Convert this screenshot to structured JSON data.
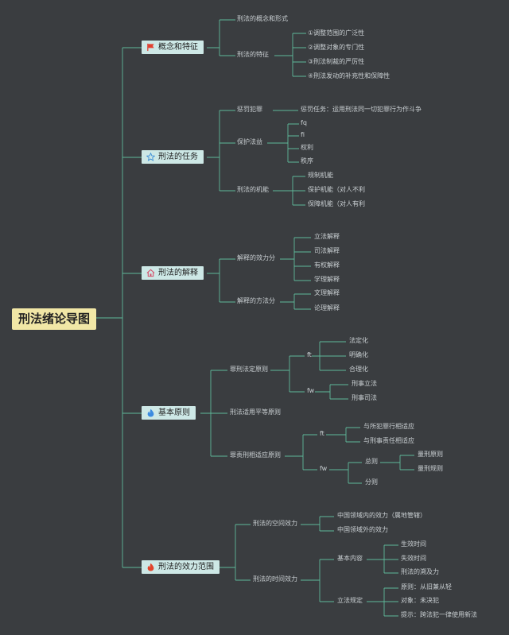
{
  "root": {
    "label": "刑法绪论导图"
  },
  "topics": [
    {
      "label": "概念和特征",
      "icon": "red-flag-icon",
      "children": [
        {
          "label": "刑法的概念和形式"
        },
        {
          "label": "刑法的特征",
          "children": [
            "①调整范围的广泛性",
            "②调整对象的专门性",
            "③刑法制裁的严厉性",
            "④刑法发动的补充性和保障性"
          ]
        }
      ]
    },
    {
      "label": "刑法的任务",
      "icon": "star-icon",
      "children": [
        {
          "label": "惩罚犯罪",
          "note": "惩罚任务：运用刑法同一切犯罪行为作斗争"
        },
        {
          "label": "保护法益",
          "children": [
            "fq",
            "fi",
            "权利",
            "秩序"
          ]
        },
        {
          "label": "刑法的机能",
          "children": [
            "规制机能",
            "保护机能（对人不利",
            "保障机能（对人有利"
          ]
        }
      ]
    },
    {
      "label": "刑法的解释",
      "icon": "home-icon",
      "children": [
        {
          "label": "解释的效力分",
          "children": [
            "立法解释",
            "司法解释",
            "有权解释",
            "学理解释"
          ]
        },
        {
          "label": "解释的方法分",
          "children": [
            "文理解释",
            "论理解释"
          ]
        }
      ]
    },
    {
      "label": "基本原则",
      "icon": "blue-flame-icon",
      "children": [
        {
          "label": "罪刑法定原则",
          "children": [
            {
              "label": "ft",
              "children": [
                "法定化",
                "明确化",
                "合理化"
              ]
            },
            {
              "label": "fw",
              "children": [
                "刑事立法",
                "刑事司法"
              ]
            }
          ]
        },
        {
          "label": "刑法适用平等原则"
        },
        {
          "label": "罪责刑相适应原则",
          "children": [
            {
              "label": "ft",
              "children": [
                "与所犯罪行相适应",
                "与刑事责任相适应"
              ]
            },
            {
              "label": "fw",
              "children": [
                {
                  "label": "总则",
                  "children": [
                    "量刑原则",
                    "量刑规则"
                  ]
                },
                {
                  "label": "分则"
                }
              ]
            }
          ]
        }
      ]
    },
    {
      "label": "刑法的效力范围",
      "icon": "red-flame-icon",
      "children": [
        {
          "label": "刑法的空间效力",
          "children": [
            "中国领域内的效力（属地管辖）",
            "中国领域外的效力"
          ]
        },
        {
          "label": "刑法的时间效力",
          "children": [
            {
              "label": "基本内容",
              "children": [
                "生效时间",
                "失效时间",
                "刑法的溯及力"
              ]
            },
            {
              "label": "立法规定",
              "children": [
                "原则：从旧兼从轻",
                "对象：未决犯",
                "提示：跨法犯一律使用新法"
              ]
            }
          ]
        }
      ]
    }
  ],
  "colors": {
    "background": "#3a3d40",
    "line": "#5fb99a",
    "root_fill": "#f1e7a6",
    "topic_fill": "#cde8e6",
    "text": "#c9cfd2"
  }
}
